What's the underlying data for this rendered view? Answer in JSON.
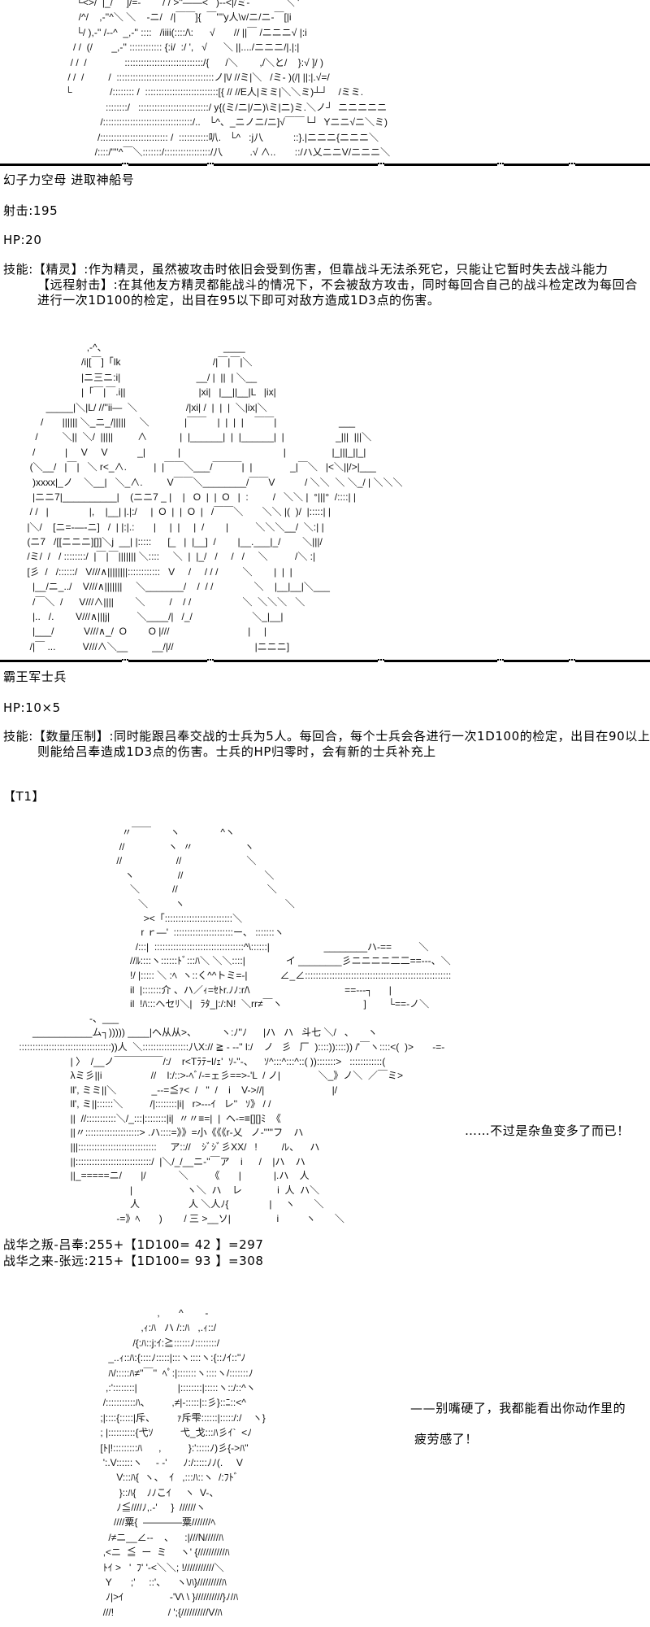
{
  "art_top": [
    "          └<>/  |_/     ]/=-        / / >''――<   )--<|/ミ-             ＼ '",
    "           /^/    ,-''^＼ ＼    -ニ/   /|￣￣]{  ￣''''y人\\v/ニ/ニ-￣[|i",
    "          └/ ),-'' /--^  _,-'' ::::   /iiii(::::/\\:      √       // ||￣ /ニニニ√ |:i",
    "         / /  (/       _,-'' :::::::::::: {:i/  :/ ',   √      ＼ ||..../ニニニ/|.|:|",
    "        / /  /              :::::::::::::::::::::::::::::/{      /＼        ,/＼と/    }:√ ]/ )",
    "       / /  /         /  ::::::::::::::::::::::::::::::::::::ノ|\\/ //ミ|＼   /ミ- )(/| ||:|.√=/",
    "      └              /:::::::: /  :::::::::::::::::::::::::::[{ // //E人|ミミ|＼＼ミ)┴┘    /ミミ.",
    "                     ::::::::/   ::::::::::::::::::::::::::/ y{(ミ/ニ|/ニ)\\ミ|ニ)ミ.＼ノ┘  ニニニニニ",
    "                   /:::::::::::::::::::::::::::::::::/..   └^、_ニノニ/ニ]√￣￣└┘  Yニニ√ニ＼ミ)",
    "                  /::::::::::::::::::::::::: /  :::::::::::叭.   └^   :j八           ::}.|ニニニ{ニニニ＼",
    "                 /::::/''''^￣＼:::::::/:::::::::::::::::/八          .√ ∧..       ::/ハ乂ニニV/ニニニ＼"
  ],
  "unit1": {
    "name": "幻子力空母 进取神船号",
    "shooting": "射击:195",
    "hp": "HP:20",
    "skill_lines": [
      "技能:【精灵】:作为精灵，虽然被攻击时依旧会受到伤害，但靠战斗无法杀死它，只能让它暂时失去战斗能力",
      "【远程射击】:在其他友方精灵都能战斗的情况下，不会被敌方攻击，同时每回合自己的战斗检定改为每回合",
      "进行一次1D100的检定，出目在95以下即可对敌方造成1D3点的伤害。"
    ]
  },
  "art_soldiers": [
    "                                ,-^、                                           ____",
    "                              /i|[￣]「lk                                  /|￣|￣|＼",
    "                              |ニ三ニ:i|                            __/ |  ||  | ＼__",
    "                              |「￣|￣.i||                           |xi|   |__||__|L   |ix|",
    "                 _____|＼|L/ //''ii―  ＼                  /|xi| /  |  |  |  ＼|ix|＼",
    "               /       |||||| ＼_ニ_/|||||     ＼             |￣￣    |  |  |  |    ￣￣|                       ___",
    "             /         ＼||  ＼/  |||||         ∧            |  |______|  |  |______|  |                   _|||  |||＼",
    "            /           |     V     V           _|            |                                      |                 |_|||_||_|",
    "           (＼__/   |￣|   ＼ r<_∧.          |  |￣￣＼___/￣￣￣|  |              _|￣＼   |<＼||/>|___",
    "            )xxxx|_ノ    ＼__|   ＼_∧.         V￣￣＼________/￣￣V           / ＼＼  ＼ ＼_/ | ＼＼＼",
    "            |ニニ7|__________|    (ニニ7 _ |    |   O  |  |  O   |  :         /   ＼＼ |  °|||°  /::::| |",
    "           / /   |               |,    |__| |.|:/     |  O  |  |  O  |   /￣￣＼       ＼＼ |(  )/  |:::::| |",
    "          |＼/    [ニ=-―-ニ]   /  | |:|.:       |     |  |     |  /        |          ＼＼＼__/  ＼:| |",
    "          (ニ7   /[[ニニニ][]]＼j  __| |:::::      [_   |  |__]  /        |__.___|_/        ＼|||/",
    "          /ミ/  /   / ::::::::/  |￣|￣||||||| ＼::::     ＼  |  |_/   /     /   /     ＼          /＼ :|",
    "          [彡  /   /::::::/   V///∧||||||||::::::::::::   V     /     / / /         ＼        |  |  |",
    "            |__/ニ_../    V///∧|||||||     ＼_______/    /  / /               ＼    |__|__|＼___",
    "            /￣＼  /      V///∧||||        ＼         /    / /                   ＼  ＼＼＼   ＼",
    "            |..   /.        V///∧|||j|          ＼____/|   /_/                      ＼_|__|",
    "            |___/           V///∧_/  O        O |///                             |     |",
    "           /|￣ ...          V///∧＼__         __/|//                              |ニニニ]"
  ],
  "unit2": {
    "name": "霸王军士兵",
    "hp": "HP:10×5",
    "skill_lines": [
      "技能:【数量压制】:同时能跟吕奉交战的士兵为5人。每回合，每个士兵会各进行一次1D100的检定，出目在90以上",
      "则能给吕奉造成1D3点的伤害。士兵的HP归零时，会有新的士兵补充上"
    ]
  },
  "turn_label": "【T1】",
  "art_battle": [
    "                                             〃￣￣       ヽ               ^ヽ",
    "                                            //                ヽ  〃                   ヽ",
    "                                           //                    //                        ＼",
    "                                              ヽ                //                              ＼",
    "                                                ＼            //                                 ＼",
    "                                                   ＼          ヽ                                     ＼",
    "                                                     ><「:::::::::::::::::::::::::＼",
    "                                                    r ｒ―'  ::::::::::::::::::::::ー、 :::::::ヽ",
    "                                                  /:::|  :::::::::::::::::::::::::::::::::^\\::::::|                    ________ハ-==          ＼",
    "                                                //ﾙ::::ヽ::::::ﾄﾞ:::ﾊ＼ ＼＼::::|               イ ________彡ニニニニ二二==---、＼",
    "                                                !/ |::::: ＼ :ﾍ  ヽ::く^^トミ=-|            ∠_∠::::::::::::::::::::::::::::::::::::::::::::::::::::::",
    "                                                il  |:::::::介 、ハ／ｨ=ｾﾄr.ﾉﾉ:r/\\                                   ==---┐      |",
    "                                                il  !ﾊ:::ヘセﾘ＼|   ﾗﾀ_|:/:N!  ＼rr≠￣ヽ                              ]        └==-ノ＼",
    "                                 -、___                                  ",
    "            ___________ム┐))))) ____|ヘ从从>、         ヽ:ﾉ''ﾉ      |ハ   ハ   斗七 ＼/   、     ヽ",
    "       ::::::::::::::::::::::::::::::::::))人  ＼:::::::::::::::::八X:// ≧ - --'' l:/    ノ   彡   厂  )::::))::::)) /'￣ヽ::::<(  )>       -=-",
    "                          | 〉  /__ノ￣￣￣￣￣/:/    r<Tﾗﾃｰl/ｪ'  ｿ-''-、    ｿ^:::^:::^::( )):::::::>   ::::::::::::(",
    "                          λミ彡||i                  //    l:/::>-ﾍﾞ/-=ェ彡==>-'L  / ノ|              ＼_》ノ＼  ／￣ミ>",
    "                          ll', ミミ||＼             _--=≦ｧ<  /   ''  /    i    V->//|                         |/",
    "                          ll', ミ||::::::＼          /|::::::::|i|   r>---ｲ   レ''   ｿ》 / /",
    "                          ||  //:::::::::::＼/_:::|::::::::|i|  〃〃≡=|  |  ヘ-=≡[][]ﾐ  《",
    "                          ||〃::::::::::::::::::::> .ハ::::=》》=小《《《r-乂   ノ-'''''フ    ハ",
    "                          |||:::::::::::::::::::::::::::::     ア:://    ｼﾞｼﾞ彡XX/   !         /ﾚ、    ハ",
    "                          ||::::::::::::::::::::::::::::/  |＼/_/__ニ-''￣ア    i      /    |ハ    ハ",
    "                          ||_=====ニ/       |/            ＼        《       |            |.ハ    人",
    "                                                |                    ヽ＼  ハ    レ             i  人  ハ＼",
    "                                                人                  人 ＼人ﾉ{               |     ヽ       ＼",
    "                                           -=》ﾍ       )        / 三 >__ソ|                 i          ヽ       ＼"
  ],
  "dialogue_1": "……不过是杂鱼变多了而已！",
  "dice_results": [
    "战华之叛-吕奉:255+【1D100= 42 】=297",
    "战华之来-张远:215+【1D100= 93 】=308"
  ],
  "art_face": [
    "                                                          ,       ^        -",
    "                                                    ,ｨ:ﾊ   ハ /::ﾊ   ,.ｨ::/",
    "                                                 /{:ﾊ::j:ｲ:≧::::::ﾉ::::::::/",
    "                                        _..ｨ::ﾊ:{::::ﾉ:::::|:::ヽ::::ヽ:{::ﾉｲ::''ﾉ",
    "                                        ﾊ/:::::ﾊ≠''￣''  ﾍﾟ:|:::::::ヽ::::ヽ/:::::::ﾉ",
    "                                       ,:'::::::::|               |::::::::|:::::ヽ::/::^ヽ",
    "                                      /:::::::::::ﾊ、        ,≠|-:::::|::彡}::ﾆ::<^",
    "                                     ;|::::{:::::|斥、        ｧ斥雫::::::|:::::/:/    ヽ}",
    "                                     ; |::::::::::{弋ｿ          弋_戈:::ﾊ彡ｲ`  <ﾉ",
    "                                     [ﾄ|!:::::::::ﾊ      ,          }:':::::ﾉ)彡{->ﾊ''",
    "                                      ':.V::::::ヽ     - -'      ﾉ:/:::::ﾉﾉ(.     V",
    "                                           V:::ﾊ{  ヽ、  ｲ   ,:::ﾊ::ヽ  /:ﾌﾄﾞ",
    "                                            }::ﾊ{    ﾉﾉこｲ     ヽ  V-、",
    "                                           ﾉ≦////ﾉ,.-'     }  //////ヽ",
    "                                          ////粟{  ――――粟///////ﾍ",
    "                                        /≠ニ__∠--    、    :|///N/////ﾊ",
    "                                      ,<ニ  ≦  ー  ミ     ヽ' {//////////ﾊ",
    "                                      ﾄｲ >   '  ﾌ' '-<＼＼; !///////////＼",
    "                                       Y       ;'     ::'、    ヽ\\ﾊ}/////////ﾊ",
    "                                       ﾉ|>ｲ                 -'V\\ \\ }//////////}ﾉ/ﾊ",
    "                                      ///!                    / ';{//////////V/ﾊ"
  ],
  "dialogue_2": [
    "——别嘴硬了，我都能看出你动作里的",
    "疲劳感了！"
  ]
}
